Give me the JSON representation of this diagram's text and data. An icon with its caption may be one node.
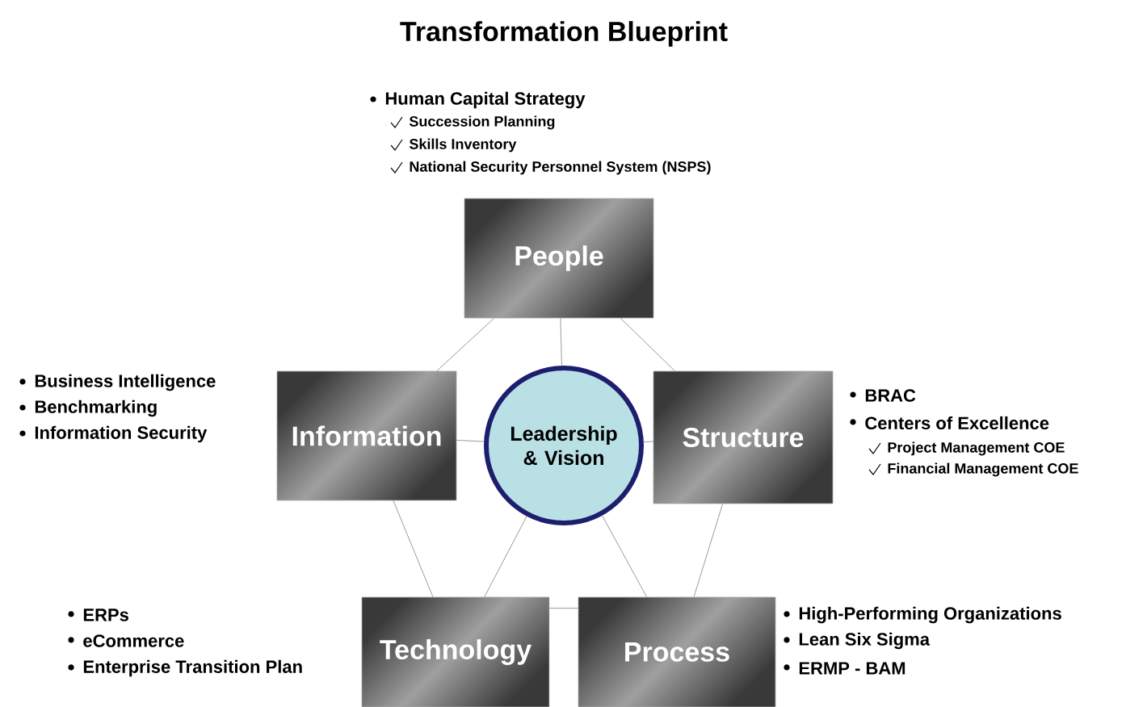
{
  "diagram": {
    "title": "Transformation Blueprint",
    "nodes": [
      {
        "text": [
          "People"
        ],
        "beside": [
          "Human Capital Strategy",
          "Succession Planning",
          "Skills Inventory",
          "National Security Personnel System (NSPS)"
        ]
      },
      {
        "text": [
          "Information"
        ],
        "beside": [
          "Business Intelligence",
          "Benchmarking",
          "Information Security"
        ]
      },
      {
        "text": [
          "Leadership & Vision"
        ]
      },
      {
        "text": [
          "Structure"
        ],
        "beside": [
          "BRAC",
          "Centers of Excellence",
          "Project Management COE",
          "Financial Management COE"
        ]
      },
      {
        "text": [
          "Technology"
        ],
        "beside": [
          "ERPs",
          "eCommerce",
          "Enterprise Transition Plan"
        ]
      },
      {
        "text": [
          "Process"
        ],
        "beside": [
          "High-Performing Organizations",
          "Lean Six Sigma",
          "ERMP - BAM"
        ]
      }
    ],
    "edges": [
      {
        "from": 0,
        "to": 1,
        "arrow": "none"
      },
      {
        "from": 0,
        "to": 3,
        "arrow": "none"
      },
      {
        "from": 0,
        "to": 2,
        "arrow": "none"
      },
      {
        "from": 1,
        "to": 2,
        "arrow": "none"
      },
      {
        "from": 3,
        "to": 2,
        "arrow": "none"
      },
      {
        "from": 1,
        "to": 4,
        "arrow": "none"
      },
      {
        "from": 3,
        "to": 5,
        "arrow": "none"
      },
      {
        "from": 2,
        "to": 4,
        "arrow": "none"
      },
      {
        "from": 2,
        "to": 5,
        "arrow": "none"
      },
      {
        "from": 4,
        "to": 5,
        "arrow": "none"
      }
    ]
  }
}
